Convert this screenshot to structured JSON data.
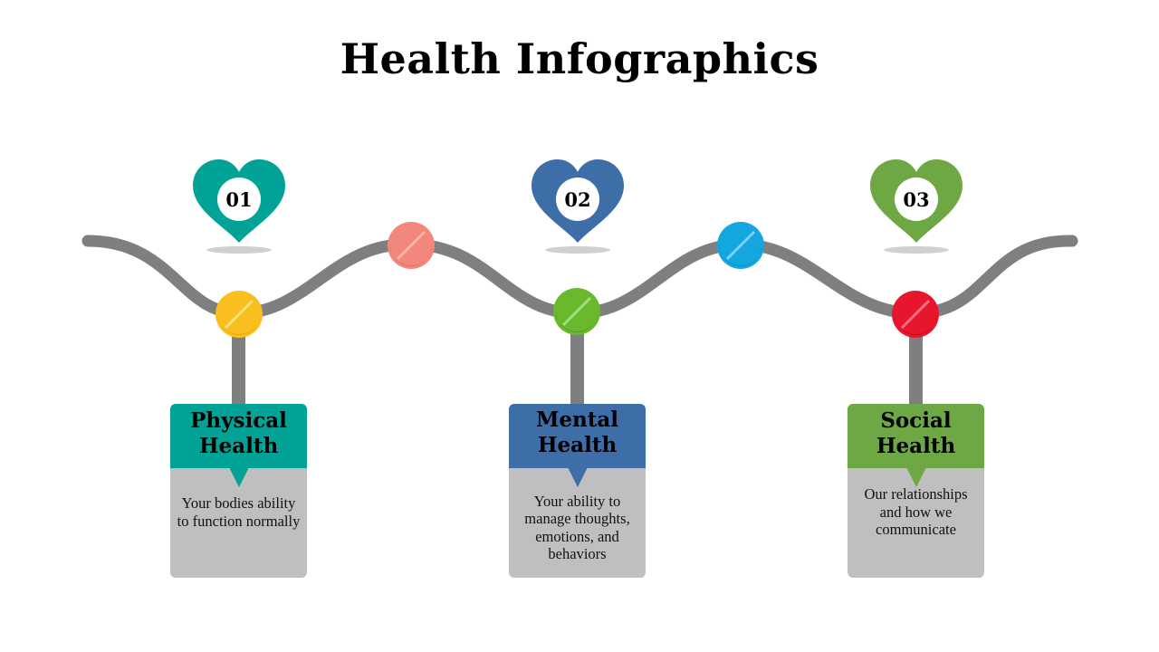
{
  "title": "Health Infographics",
  "colors": {
    "teal": "#00a396",
    "blue": "#3d6ea8",
    "green": "#6da844",
    "path": "#7f7f7f"
  },
  "steps": [
    {
      "number": "01",
      "heading": "Physical\nHealth",
      "description": "Your bodies ability to function normally",
      "color": "#00a396"
    },
    {
      "number": "02",
      "heading": "Mental\nHealth",
      "description": "Your ability to manage thoughts, emotions, and behaviors",
      "color": "#3d6ea8"
    },
    {
      "number": "03",
      "heading": "Social\nHealth",
      "description": "Our relationships and how we communicate",
      "color": "#6da844"
    }
  ],
  "pills": [
    {
      "name": "yellow-pill",
      "color": "#f9bf1e"
    },
    {
      "name": "salmon-pill",
      "color": "#f2887c"
    },
    {
      "name": "green-pill",
      "color": "#69b82e"
    },
    {
      "name": "cyan-pill",
      "color": "#14a7df"
    },
    {
      "name": "red-pill",
      "color": "#e8162c"
    }
  ]
}
